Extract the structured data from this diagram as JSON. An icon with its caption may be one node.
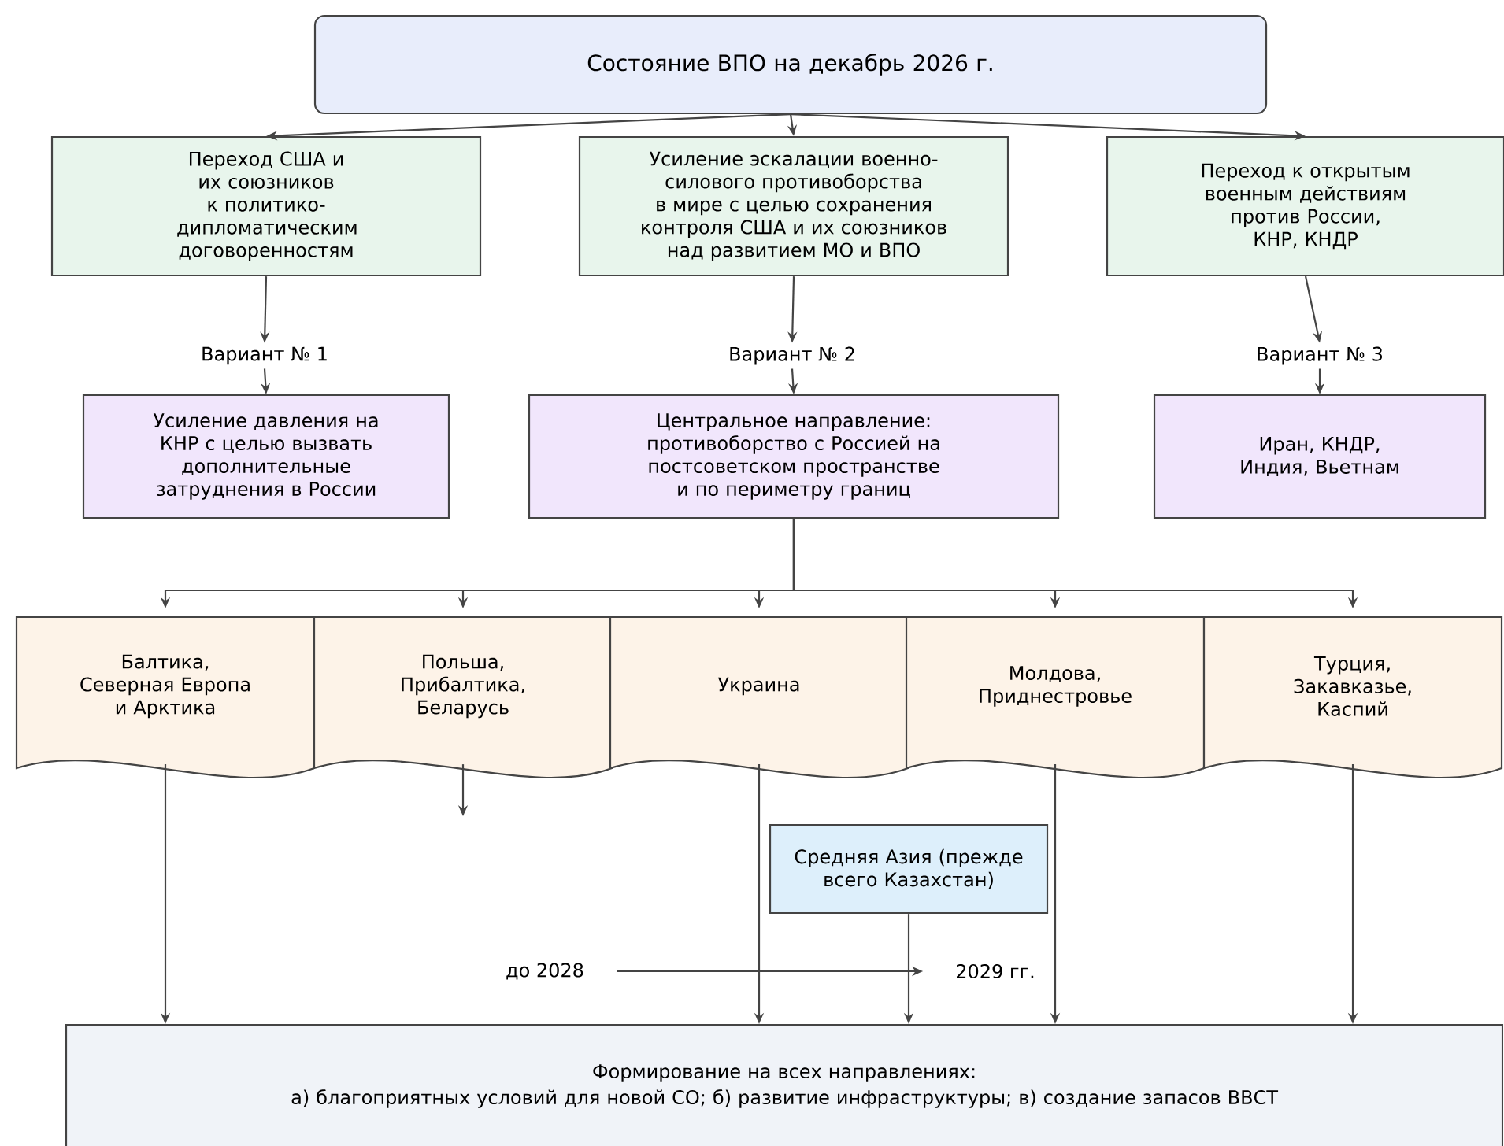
{
  "diagram": {
    "nodes": [
      {
        "text": [
          "Состояние ВПО на декабрь 2026 г."
        ]
      },
      {
        "text": [
          "Переход США и их союзников к политико-дипломатическим договоренностям"
        ]
      },
      {
        "text": [
          "Усиление эскалации военно-силового противоборства в мире с целью сохранения контроля США и их союзников над развитием МО и ВПО"
        ]
      },
      {
        "text": [
          "Переход к открытым военным действиям против России, КНР, КНДР"
        ]
      },
      {
        "text": [
          "Вариант № 1"
        ]
      },
      {
        "text": [
          "Вариант № 2"
        ]
      },
      {
        "text": [
          "Вариант № 3"
        ]
      },
      {
        "text": [
          "Усиление давления на КНР с целью вызвать дополнительные затруднения в России"
        ]
      },
      {
        "text": [
          "Центральное направление: противоборство с Россией на постсоветском пространстве и по периметру границ"
        ]
      },
      {
        "text": [
          "Иран, КНДР, Индия, Вьетнам"
        ]
      },
      {
        "text": [
          "Балтика, Северная Европа и Арктика"
        ]
      },
      {
        "text": [
          "Польша, Прибалтика, Беларусь"
        ]
      },
      {
        "text": [
          "Украина"
        ]
      },
      {
        "text": [
          "Молдова, Приднестровье"
        ]
      },
      {
        "text": [
          "Турция, Закавказье, Каспий"
        ]
      },
      {
        "text": [
          "Средняя Азия (прежде всего Казахстан)"
        ]
      },
      {
        "text": [
          "до 2028"
        ]
      },
      {
        "text": [
          "2029 гг."
        ]
      },
      {
        "text": [
          "Формирование на всех направлениях:",
          "а) благоприятных условий для новой СО; б) развитие инфраструктуры; в) создание запасов ВВСТ"
        ]
      }
    ],
    "edges": [
      {
        "from": 0,
        "to": 1,
        "arrow": "to"
      },
      {
        "from": 0,
        "to": 2,
        "arrow": "to"
      },
      {
        "from": 0,
        "to": 3,
        "arrow": "to"
      },
      {
        "from": 1,
        "to": 4,
        "arrow": "to"
      },
      {
        "from": 4,
        "to": 7,
        "arrow": "to"
      },
      {
        "from": 2,
        "to": 5,
        "arrow": "to"
      },
      {
        "from": 5,
        "to": 8,
        "arrow": "to"
      },
      {
        "from": 3,
        "to": 6,
        "arrow": "to"
      },
      {
        "from": 6,
        "to": 9,
        "arrow": "to"
      },
      {
        "from": 8,
        "to": 10,
        "arrow": "to"
      },
      {
        "from": 8,
        "to": 11,
        "arrow": "to"
      },
      {
        "from": 8,
        "to": 12,
        "arrow": "to"
      },
      {
        "from": 8,
        "to": 13,
        "arrow": "to"
      },
      {
        "from": 8,
        "to": 14,
        "arrow": "to"
      },
      {
        "from": 10,
        "to": 18,
        "arrow": "to"
      },
      {
        "from": 11,
        "to": null,
        "arrow": "to"
      },
      {
        "from": 12,
        "to": 18,
        "arrow": "to"
      },
      {
        "from": 15,
        "to": 18,
        "arrow": "to"
      },
      {
        "from": 13,
        "to": 18,
        "arrow": "to"
      },
      {
        "from": 14,
        "to": 18,
        "arrow": "to"
      },
      {
        "from": 16,
        "to": 17,
        "arrow": "to"
      }
    ]
  }
}
